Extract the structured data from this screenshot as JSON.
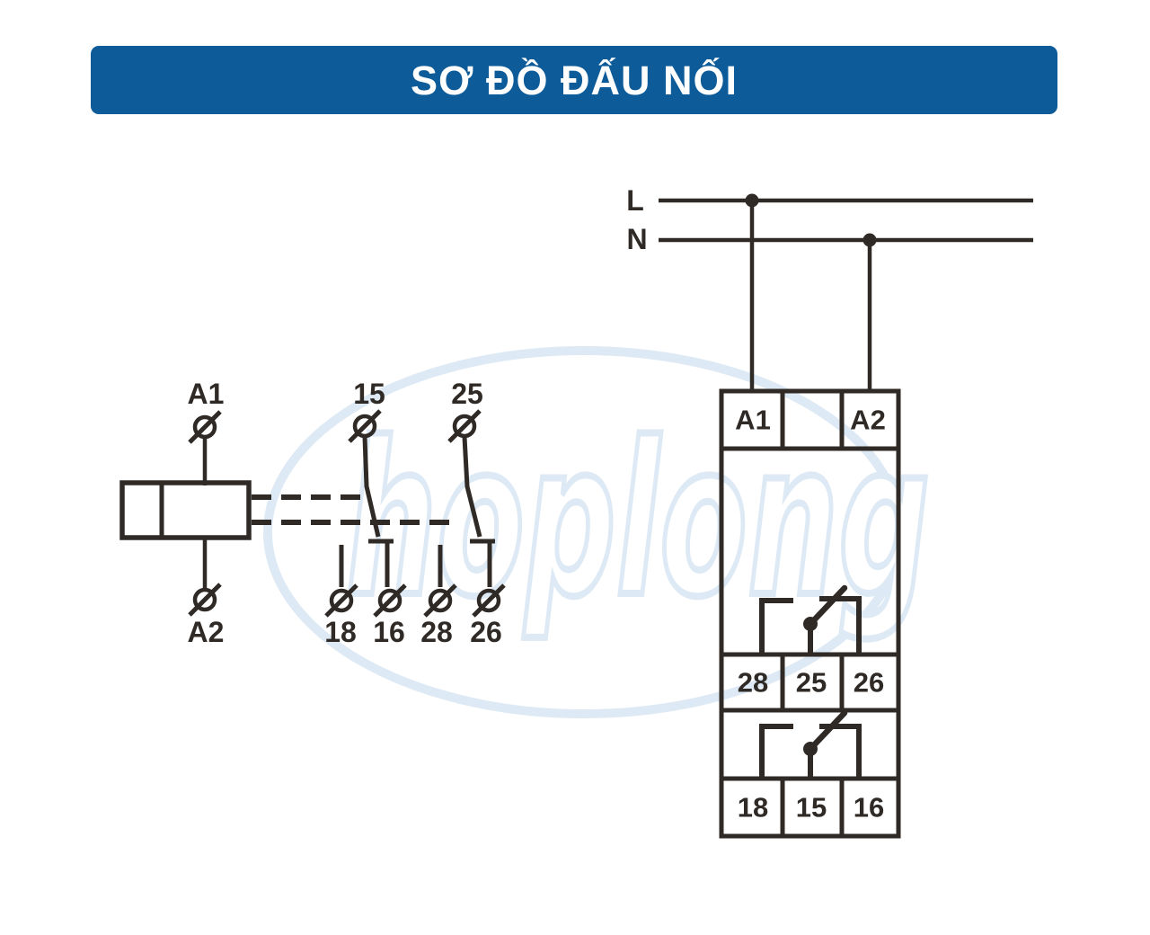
{
  "title_bar": {
    "title": "SƠ ĐỒ ĐẤU NỐI"
  },
  "watermark": {
    "text": "hoplong"
  },
  "colors": {
    "header_bg": "#0d5c99",
    "header_text": "#ffffff",
    "line": "#2f2a26",
    "watermark": "#dde9f4"
  },
  "left_diagram": {
    "coil_terminal_top": "A1",
    "coil_terminal_bottom": "A2",
    "contact1_common": "15",
    "contact2_common": "25",
    "bottom_terminals": [
      "18",
      "16",
      "28",
      "26"
    ]
  },
  "right_diagram": {
    "phase_label": "L",
    "neutral_label": "N",
    "top_row": [
      "A1",
      "A2"
    ],
    "middle_row": [
      "28",
      "25",
      "26"
    ],
    "bottom_row": [
      "18",
      "15",
      "16"
    ]
  }
}
